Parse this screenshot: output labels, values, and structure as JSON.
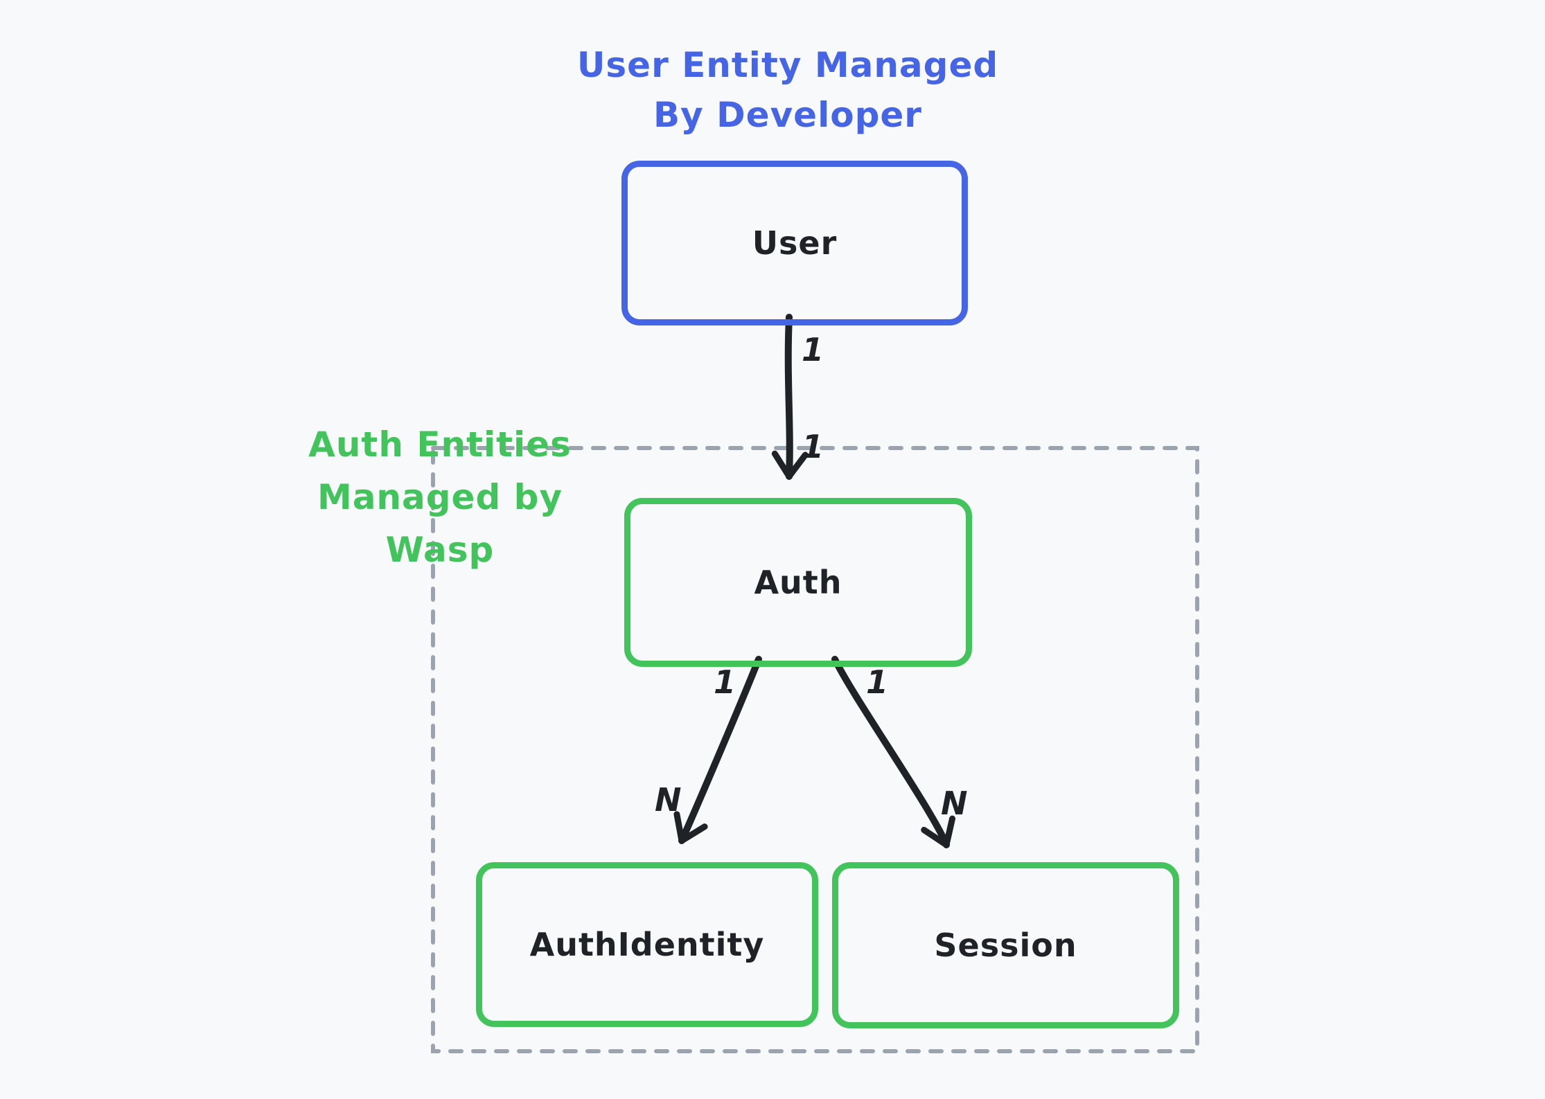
{
  "canvas": {
    "background": "#f8f9fb"
  },
  "title": {
    "line1": "User Entity Managed",
    "line2": "By Developer",
    "color": "#4665e5"
  },
  "group": {
    "label_line1": "Auth Entities",
    "label_line2": "Managed by Wasp",
    "label_color": "#42c35c",
    "border_color": "#9ba4ae"
  },
  "nodes": {
    "user": {
      "label": "User",
      "border_color": "#4665e5"
    },
    "auth": {
      "label": "Auth",
      "border_color": "#42c35c"
    },
    "auth_identity": {
      "label": "AuthIdentity",
      "border_color": "#42c35c"
    },
    "session": {
      "label": "Session",
      "border_color": "#42c35c"
    }
  },
  "edges": [
    {
      "from": "User",
      "to": "Auth",
      "source_label": "1",
      "target_label": "1"
    },
    {
      "from": "Auth",
      "to": "AuthIdentity",
      "source_label": "1",
      "target_label": "N"
    },
    {
      "from": "Auth",
      "to": "Session",
      "source_label": "1",
      "target_label": "N"
    }
  ],
  "edge_color": "#1f2227"
}
